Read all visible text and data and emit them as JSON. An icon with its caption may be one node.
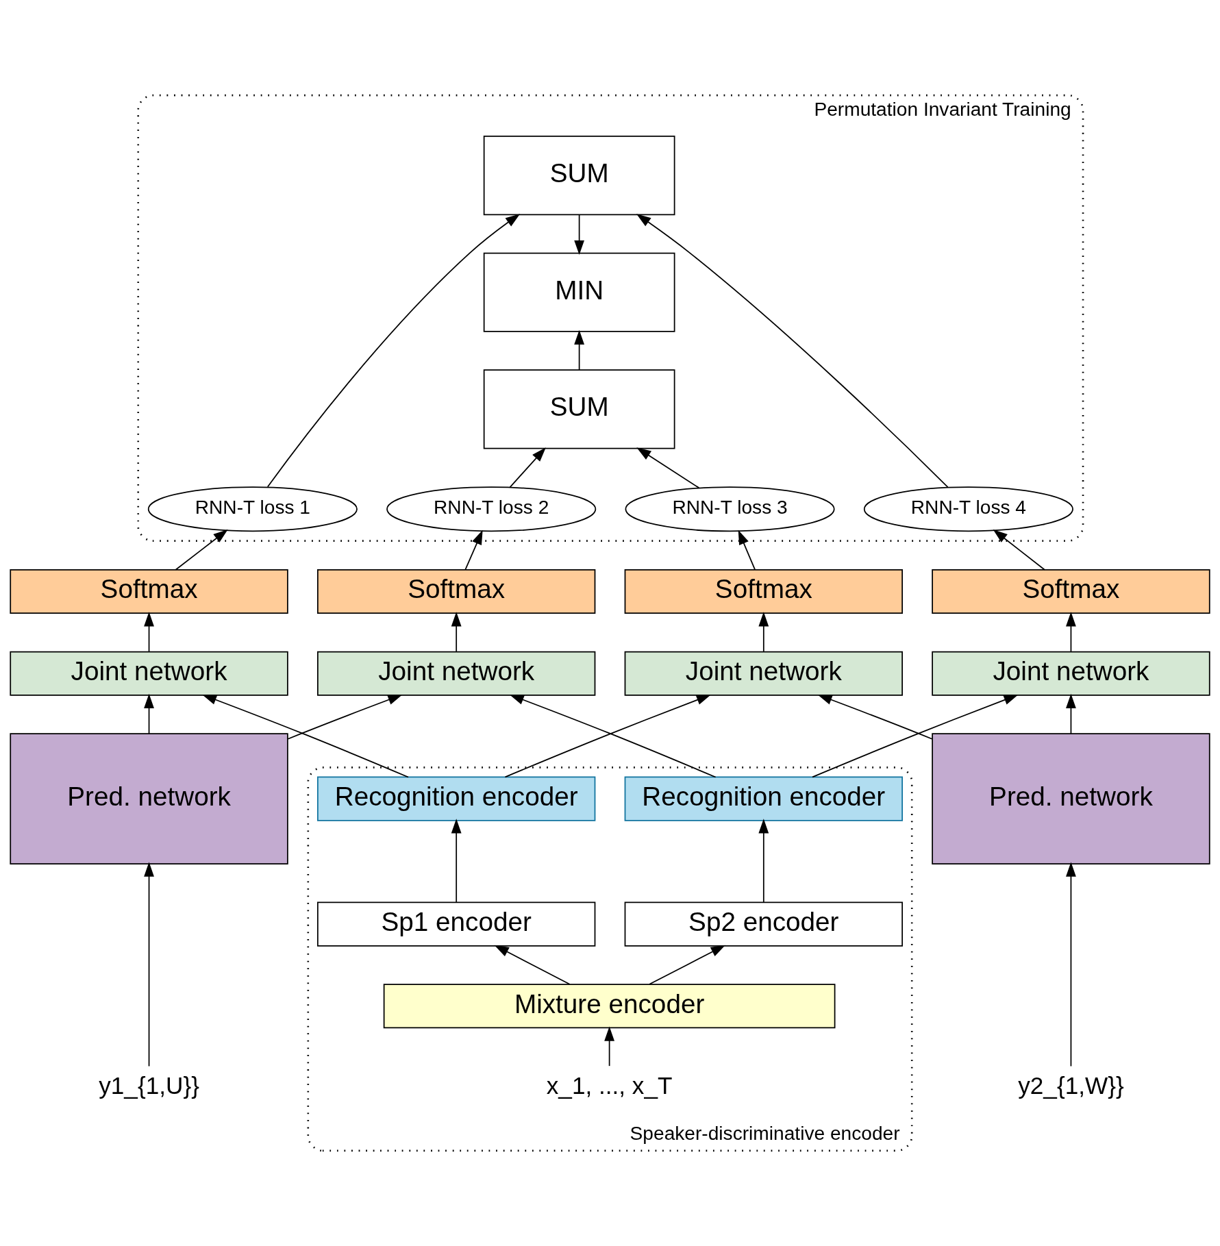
{
  "diagram": {
    "nodes": [
      {
        "text": [
          "Permutation Invariant Training"
        ]
      },
      {
        "text": [
          "SUM"
        ],
        "in": 0
      },
      {
        "text": [
          "MIN"
        ],
        "in": 0
      },
      {
        "text": [
          "SUM"
        ],
        "in": 0
      },
      {
        "text": [
          "RNN-T loss 1"
        ],
        "in": 0
      },
      {
        "text": [
          "RNN-T loss 2"
        ],
        "in": 0
      },
      {
        "text": [
          "RNN-T loss 3"
        ],
        "in": 0
      },
      {
        "text": [
          "RNN-T loss 4"
        ],
        "in": 0
      },
      {
        "text": [
          "Softmax"
        ]
      },
      {
        "text": [
          "Softmax"
        ]
      },
      {
        "text": [
          "Softmax"
        ]
      },
      {
        "text": [
          "Softmax"
        ]
      },
      {
        "text": [
          "Joint network"
        ]
      },
      {
        "text": [
          "Joint network"
        ]
      },
      {
        "text": [
          "Joint network"
        ]
      },
      {
        "text": [
          "Joint network"
        ]
      },
      {
        "text": [
          "Pred. network"
        ]
      },
      {
        "text": [
          "Speaker-discriminative encoder"
        ]
      },
      {
        "text": [
          "Recognition encoder"
        ],
        "in": 17
      },
      {
        "text": [
          "Recognition encoder"
        ],
        "in": 17
      },
      {
        "text": [
          "Pred. network"
        ]
      },
      {
        "text": [
          "Sp1 encoder"
        ],
        "in": 17
      },
      {
        "text": [
          "Sp2 encoder"
        ],
        "in": 17
      },
      {
        "text": [
          "Mixture encoder"
        ],
        "in": 17
      },
      {
        "text": [
          "y1_{1,U}}"
        ]
      },
      {
        "text": [
          "y2_{1,W}}"
        ]
      },
      {
        "text": [
          "x_1, ..., x_T"
        ],
        "in": 17
      }
    ],
    "edges": [
      {
        "from": 4,
        "to": 1,
        "arrow": "to"
      },
      {
        "from": 7,
        "to": 1,
        "arrow": "to"
      },
      {
        "from": 1,
        "to": 2,
        "arrow": "to"
      },
      {
        "from": 3,
        "to": 2,
        "arrow": "to"
      },
      {
        "from": 5,
        "to": 3,
        "arrow": "to"
      },
      {
        "from": 6,
        "to": 3,
        "arrow": "to"
      },
      {
        "from": 8,
        "to": 4,
        "arrow": "to"
      },
      {
        "from": 9,
        "to": 5,
        "arrow": "to"
      },
      {
        "from": 10,
        "to": 6,
        "arrow": "to"
      },
      {
        "from": 11,
        "to": 7,
        "arrow": "to"
      },
      {
        "from": 12,
        "to": 8,
        "arrow": "to"
      },
      {
        "from": 13,
        "to": 9,
        "arrow": "to"
      },
      {
        "from": 14,
        "to": 10,
        "arrow": "to"
      },
      {
        "from": 15,
        "to": 11,
        "arrow": "to"
      },
      {
        "from": 16,
        "to": 12,
        "arrow": "to"
      },
      {
        "from": 16,
        "to": 13,
        "arrow": "to"
      },
      {
        "from": 18,
        "to": 12,
        "arrow": "to"
      },
      {
        "from": 18,
        "to": 14,
        "arrow": "to"
      },
      {
        "from": 19,
        "to": 13,
        "arrow": "to"
      },
      {
        "from": 19,
        "to": 15,
        "arrow": "to"
      },
      {
        "from": 20,
        "to": 14,
        "arrow": "to"
      },
      {
        "from": 20,
        "to": 15,
        "arrow": "to"
      },
      {
        "from": 21,
        "to": 18,
        "arrow": "to"
      },
      {
        "from": 22,
        "to": 19,
        "arrow": "to"
      },
      {
        "from": 23,
        "to": 21,
        "arrow": "to"
      },
      {
        "from": 23,
        "to": 22,
        "arrow": "to"
      },
      {
        "from": 26,
        "to": 23,
        "arrow": "to"
      },
      {
        "from": 24,
        "to": 16,
        "arrow": "to"
      },
      {
        "from": 25,
        "to": 20,
        "arrow": "to"
      }
    ]
  }
}
